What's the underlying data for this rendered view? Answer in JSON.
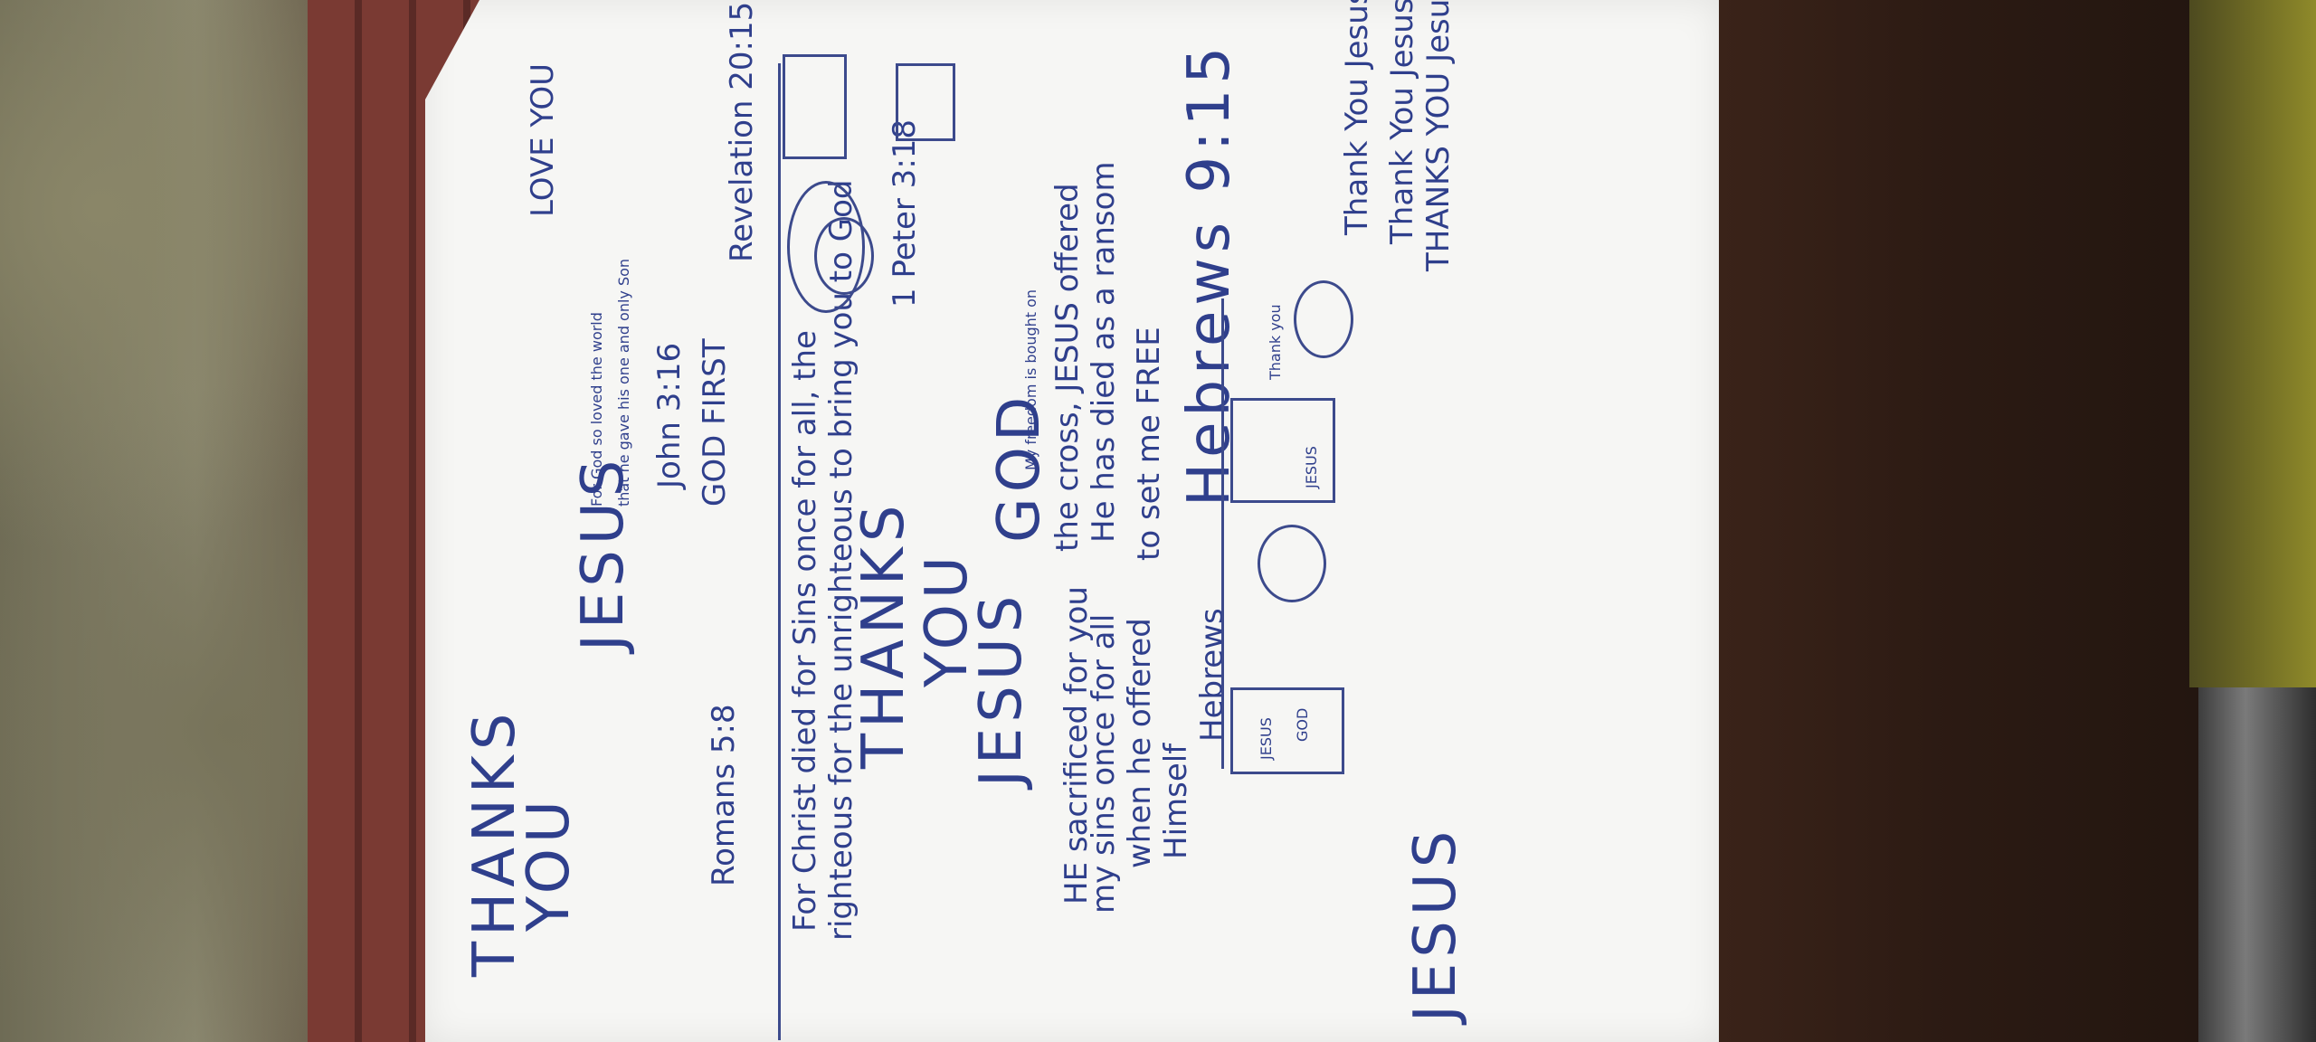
{
  "poster": {
    "headings": [
      "THANKS",
      "YOU",
      "JESUS",
      "LOVE YOU",
      "THANKS",
      "YOU",
      "JESUS",
      "GOD",
      "JESUS",
      "GOD FIRST",
      "Thank You Jesus",
      "Thank You Jesus",
      "THANKS YOU Jesus"
    ],
    "verses": [
      "Romans 5:8",
      "John 3:16",
      "Revelation 20:15",
      "1 Peter 3:18",
      "Hebrews 9:15",
      "Hebrews"
    ],
    "paragraphs": [
      "For God so loved the world",
      "that he gave his one and only Son",
      "For Christ died for Sins once for all, the",
      "righteous for the unrighteous to bring you to God",
      "My freedom is bought on",
      "the cross, JESUS offered",
      "He has died as a ransom",
      "to set me FREE",
      "HE sacrificed for you",
      "my sins once for all",
      "when he offered",
      "Himself"
    ],
    "box_labels": [
      "JESUS",
      "GOD",
      "Thank you",
      "JESUS"
    ]
  }
}
